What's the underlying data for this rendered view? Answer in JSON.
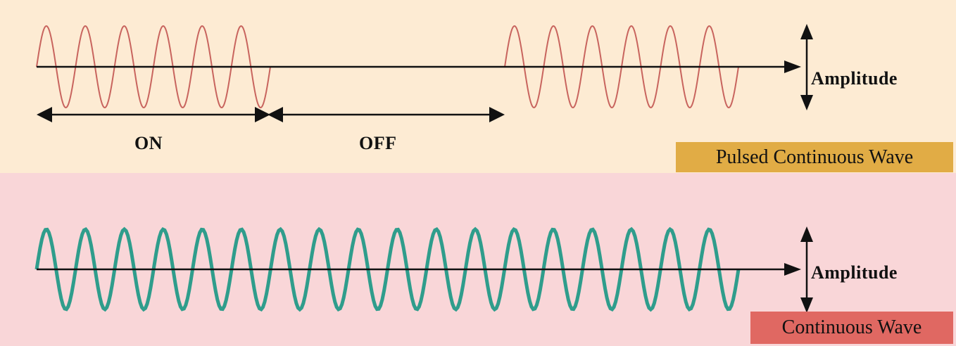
{
  "colors": {
    "pulsed_panel_bg": "#fdebd3",
    "continuous_panel_bg": "#f9d6d8",
    "pulsed_wave": "#c8645e",
    "continuous_wave": "#2f9d8c",
    "pulsed_badge": "#e1ac45",
    "continuous_badge": "#e06862",
    "axis": "#111111"
  },
  "pulsed": {
    "on_label": "ON",
    "off_label": "OFF",
    "amplitude_label": "Amplitude",
    "title": "Pulsed Continuous Wave",
    "cycles_per_burst": 6
  },
  "continuous": {
    "amplitude_label": "Amplitude",
    "title": "Continuous Wave",
    "cycles": 18
  }
}
